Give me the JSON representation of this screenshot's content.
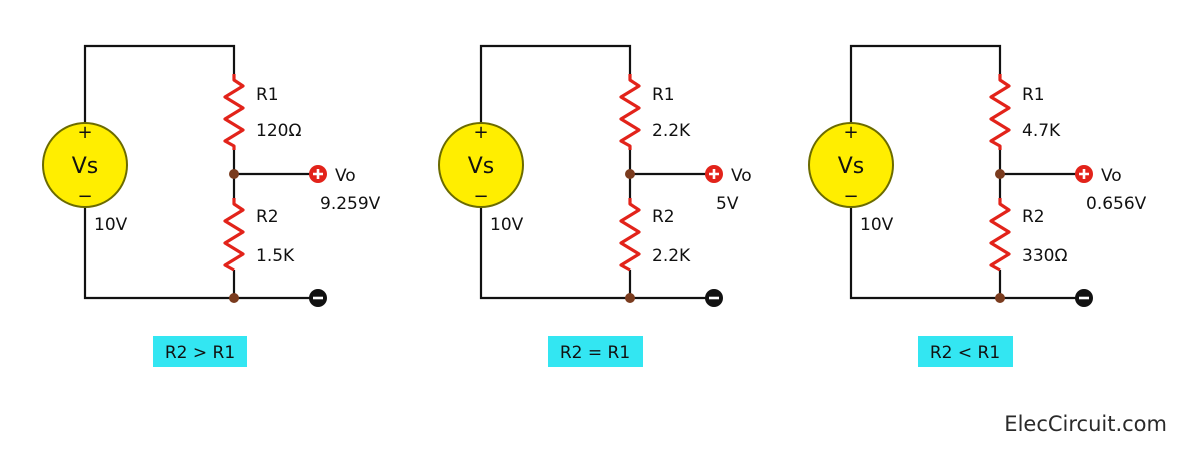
{
  "colors": {
    "wire": "#111111",
    "resistor": "#e2231a",
    "source_fill": "#ffee00",
    "source_stroke": "#6b6b00",
    "node": "#7a3b1e",
    "terminal_pos": "#e2231a",
    "terminal_neg": "#111111",
    "badge": "#33e6f2"
  },
  "circuits": [
    {
      "source": {
        "label": "Vs",
        "plus": "+",
        "minus": "−",
        "voltage": "10V"
      },
      "r1": {
        "name": "R1",
        "value": "120Ω"
      },
      "r2": {
        "name": "R2",
        "value": "1.5K"
      },
      "output": {
        "name": "Vo",
        "value": "9.259V"
      },
      "condition": "R2 > R1"
    },
    {
      "source": {
        "label": "Vs",
        "plus": "+",
        "minus": "−",
        "voltage": "10V"
      },
      "r1": {
        "name": "R1",
        "value": "2.2K"
      },
      "r2": {
        "name": "R2",
        "value": "2.2K"
      },
      "output": {
        "name": "Vo",
        "value": "5V"
      },
      "condition": "R2 = R1"
    },
    {
      "source": {
        "label": "Vs",
        "plus": "+",
        "minus": "−",
        "voltage": "10V"
      },
      "r1": {
        "name": "R1",
        "value": "4.7K"
      },
      "r2": {
        "name": "R2",
        "value": "330Ω"
      },
      "output": {
        "name": "Vo",
        "value": "0.656V"
      },
      "condition": "R2 < R1"
    }
  ],
  "watermark": "ElecCircuit.com"
}
